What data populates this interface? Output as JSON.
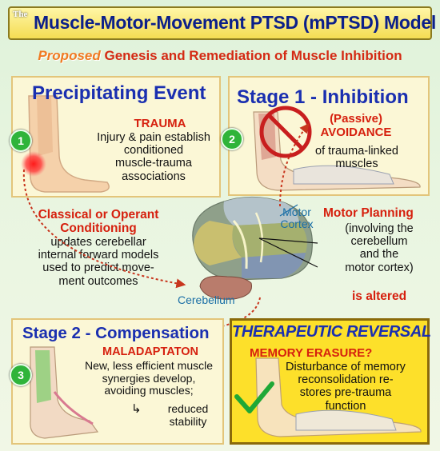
{
  "header": {
    "prefix": "The",
    "title": "Muscle-Motor-Movement PTSD (mPTSD) Model",
    "subtitle_italic": "Proposed",
    "subtitle": "Genesis and Remediation of Muscle Inhibition"
  },
  "precipitating": {
    "heading": "Precipitating Event",
    "badge": "1",
    "label": "TRAUMA",
    "text_lines": [
      "Injury & pain establish",
      "conditioned",
      "muscle-trauma",
      "associations"
    ]
  },
  "stage1": {
    "heading": "Stage 1 - Inhibition",
    "badge": "2",
    "label_line1": "(Passive)",
    "label_line2": "AVOIDANCE",
    "text_lines": [
      "of trauma-linked",
      "muscles"
    ]
  },
  "conditioning": {
    "label_line1": "Classical or Operant",
    "label_line2": "Conditioning",
    "text_lines": [
      "updates cerebellar",
      "internal forward models",
      "used to predict move-",
      "ment outcomes"
    ]
  },
  "brain": {
    "motor_cortex_line1": "Motor",
    "motor_cortex_line2": "Cortex",
    "cerebellum": "Cerebellum"
  },
  "motor_planning": {
    "label": "Motor Planning",
    "text_lines": [
      "(involving the",
      "cerebellum",
      "and the",
      "motor cortex)"
    ],
    "altered": "is altered"
  },
  "stage2": {
    "heading": "Stage 2 - Compensation",
    "badge": "3",
    "label": "MALADAPTATON",
    "text_lines": [
      "New, less efficient muscle",
      "synergies develop,",
      "avoiding muscles;"
    ],
    "arrow_glyph": "↳",
    "reduced_lines": [
      "reduced",
      "stability"
    ]
  },
  "reversal": {
    "heading": "THERAPEUTIC REVERSAL",
    "label": "MEMORY ERASURE?",
    "text_lines": [
      "Disturbance of memory",
      "reconsolidation re-",
      "stores pre-trauma",
      "function"
    ]
  },
  "colors": {
    "heading_blue": "#1a2fb0",
    "accent_red": "#d6200e",
    "badge_green": "#2fb43a",
    "title_yellow": "#f4dc53",
    "reversal_yellow": "#fde02a"
  }
}
